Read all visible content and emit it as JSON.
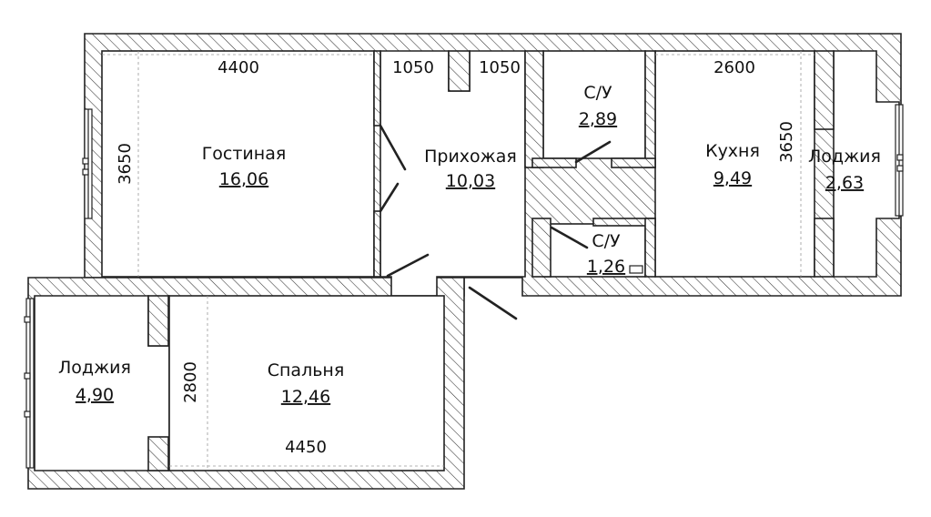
{
  "rooms": [
    {
      "id": "living",
      "name": "Гостиная",
      "area": "16,06"
    },
    {
      "id": "hall",
      "name": "Прихожая",
      "area": "10,03"
    },
    {
      "id": "bath1",
      "name": "С/У",
      "area": "2,89"
    },
    {
      "id": "kitchen",
      "name": "Кухня",
      "area": "9,49"
    },
    {
      "id": "loggia-right",
      "name": "Лоджия",
      "area": "2,63"
    },
    {
      "id": "bath2",
      "name": "С/У",
      "area": "1,26"
    },
    {
      "id": "loggia-left",
      "name": "Лоджия",
      "area": "4,90"
    },
    {
      "id": "bedroom",
      "name": "Спальня",
      "area": "12,46"
    }
  ],
  "dimensions": {
    "living_width": "4400",
    "living_depth": "3650",
    "hall_left": "1050",
    "hall_right": "1050",
    "kitchen_width": "2600",
    "kitchen_depth": "3650",
    "bedroom_depth": "2800",
    "bedroom_width": "4450"
  }
}
